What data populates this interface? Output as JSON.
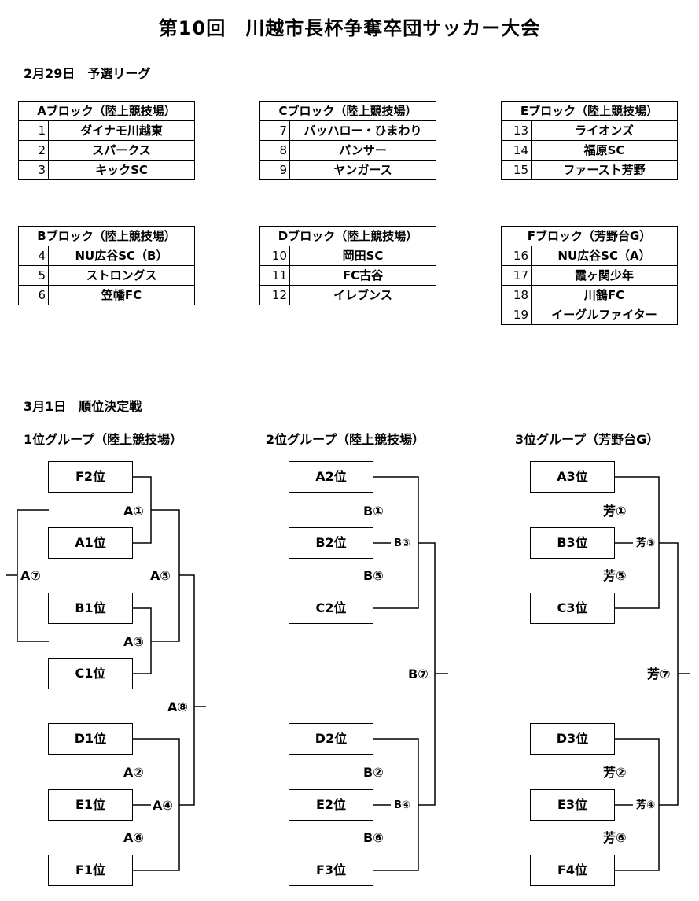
{
  "title": "第10回　川越市長杯争奪卒団サッカー大会",
  "day1": {
    "heading": "2月29日　予選リーグ",
    "blocks": [
      {
        "name": "Aブロック（陸上競技場）",
        "teams": [
          [
            "1",
            "ダイナモ川越東"
          ],
          [
            "2",
            "スパークス"
          ],
          [
            "3",
            "キックSC"
          ]
        ]
      },
      {
        "name": "Cブロック（陸上競技場）",
        "teams": [
          [
            "7",
            "バッハロー・ひまわり"
          ],
          [
            "8",
            "パンサー"
          ],
          [
            "9",
            "ヤンガース"
          ]
        ]
      },
      {
        "name": "Eブロック（陸上競技場）",
        "teams": [
          [
            "13",
            "ライオンズ"
          ],
          [
            "14",
            "福原SC"
          ],
          [
            "15",
            "ファースト芳野"
          ]
        ]
      },
      {
        "name": "Bブロック（陸上競技場）",
        "teams": [
          [
            "4",
            "NU広谷SC（B）"
          ],
          [
            "5",
            "ストロングス"
          ],
          [
            "6",
            "笠幡FC"
          ]
        ]
      },
      {
        "name": "Dブロック（陸上競技場）",
        "teams": [
          [
            "10",
            "岡田SC"
          ],
          [
            "11",
            "FC古谷"
          ],
          [
            "12",
            "イレブンス"
          ]
        ]
      },
      {
        "name": "Fブロック（芳野台G）",
        "teams": [
          [
            "16",
            "NU広谷SC（A）"
          ],
          [
            "17",
            "霞ヶ関少年"
          ],
          [
            "18",
            "川鶴FC"
          ],
          [
            "19",
            "イーグルファイター"
          ]
        ]
      }
    ]
  },
  "day2": {
    "heading": "3月1日　順位決定戦",
    "groups": [
      {
        "name": "1位グループ（陸上競技場）",
        "slots": [
          "F2位",
          "A1位",
          "B1位",
          "C1位",
          "D1位",
          "E1位",
          "F1位"
        ],
        "matches": [
          "A①",
          "A③",
          "A⑤",
          "A⑦",
          "A②",
          "A⑥",
          "A④",
          "A⑧"
        ]
      },
      {
        "name": "2位グループ（陸上競技場）",
        "slots": [
          "A2位",
          "B2位",
          "C2位",
          "D2位",
          "E2位",
          "F3位"
        ],
        "matches": [
          "B①",
          "B③",
          "B⑤",
          "B⑦",
          "B②",
          "B④",
          "B⑥"
        ]
      },
      {
        "name": "3位グループ（芳野台G）",
        "slots": [
          "A3位",
          "B3位",
          "C3位",
          "D3位",
          "E3位",
          "F4位"
        ],
        "matches": [
          "芳①",
          "芳③",
          "芳⑤",
          "芳⑦",
          "芳②",
          "芳④",
          "芳⑥"
        ]
      }
    ]
  }
}
